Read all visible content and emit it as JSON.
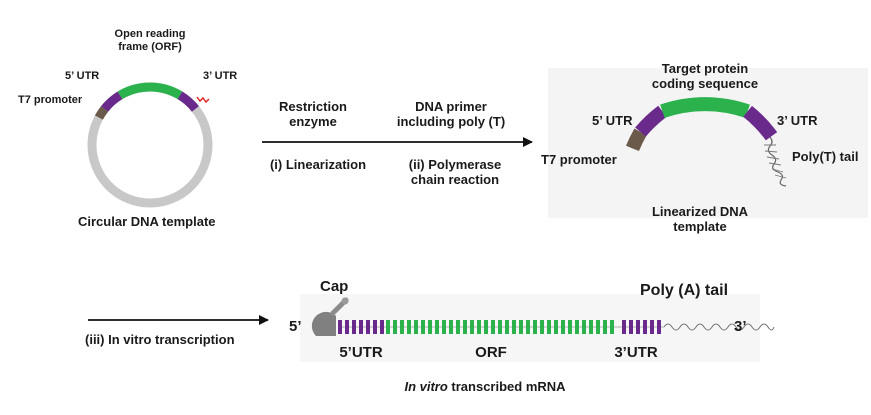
{
  "colors": {
    "backbone": "#c8c8c8",
    "orf": "#2bb24c",
    "utr": "#6a2a8c",
    "promoter": "#6b5a4a",
    "marker": "#e02020",
    "arrow": "#111111",
    "tail": "#666666",
    "cap": "#808080"
  },
  "circular": {
    "orf_label_line1": "Open reading",
    "orf_label_line2": "frame (ORF)",
    "utr5_label": "5’ UTR",
    "utr3_label": "3’ UTR",
    "promoter_label": "T7 promoter",
    "caption": "Circular DNA template"
  },
  "step1": {
    "top_line1": "Restriction",
    "top_line2": "enzyme",
    "bottom": "(i) Linearization"
  },
  "step2": {
    "top_line1": "DNA primer",
    "top_line2": "including poly (T)",
    "bottom_line1": "(ii) Polymerase",
    "bottom_line2": "chain reaction"
  },
  "linear": {
    "target_line1": "Target protein",
    "target_line2": "coding sequence",
    "utr5_label": "5’ UTR",
    "utr3_label": "3’ UTR",
    "promoter_label": "T7 promoter",
    "polyt_label": "Poly(T) tail",
    "caption_line1": "Linearized DNA",
    "caption_line2": "template"
  },
  "step3": {
    "label": "(iii) In vitro transcription"
  },
  "mrna": {
    "cap_label": "Cap",
    "end5": "5’",
    "end3": "3’",
    "polya_label": "Poly (A) tail",
    "utr5_label": "5’UTR",
    "orf_label": "ORF",
    "utr3_label": "3’UTR",
    "caption_italic": "In vitro",
    "caption_rest": " transcribed mRNA"
  }
}
